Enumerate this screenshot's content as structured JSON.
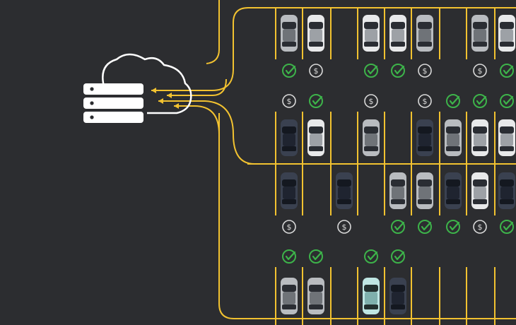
{
  "scene": {
    "background": "#2c2d30",
    "line_color": "#f2c230",
    "cloud_color": "#ffffff",
    "paid_color": "#d8d8d8",
    "ok_color": "#3db34a"
  },
  "cloud_server": {
    "icon": "cloud-server-icon",
    "racks": 3
  },
  "rows": [
    {
      "name": "row-1",
      "cars": [
        "silver",
        "white",
        "empty",
        "white",
        "white",
        "silver",
        "empty",
        "silver",
        "white"
      ],
      "badges": [
        "ok",
        "paid",
        "empty",
        "ok",
        "ok",
        "paid",
        "empty",
        "paid",
        "ok"
      ]
    },
    {
      "name": "row-2",
      "cars": [
        "dark",
        "white",
        "empty",
        "silver",
        "empty",
        "dark",
        "silver",
        "white",
        "white"
      ],
      "badges": [
        "paid",
        "ok",
        "empty",
        "paid",
        "empty",
        "paid",
        "ok",
        "ok",
        "ok"
      ]
    },
    {
      "name": "row-3",
      "cars": [
        "dark",
        "empty",
        "dark",
        "empty",
        "silver",
        "silver",
        "dark",
        "white",
        "dark"
      ],
      "badges": [
        "paid",
        "empty",
        "paid",
        "empty",
        "ok",
        "ok",
        "ok",
        "paid",
        "ok"
      ]
    },
    {
      "name": "row-4",
      "cars": [
        "silver",
        "silver",
        "empty",
        "teal",
        "dark",
        "empty",
        "empty",
        "empty",
        "empty"
      ],
      "badges": [
        "ok",
        "ok",
        "empty",
        "ok",
        "ok",
        "empty",
        "empty",
        "empty",
        "empty"
      ]
    }
  ]
}
